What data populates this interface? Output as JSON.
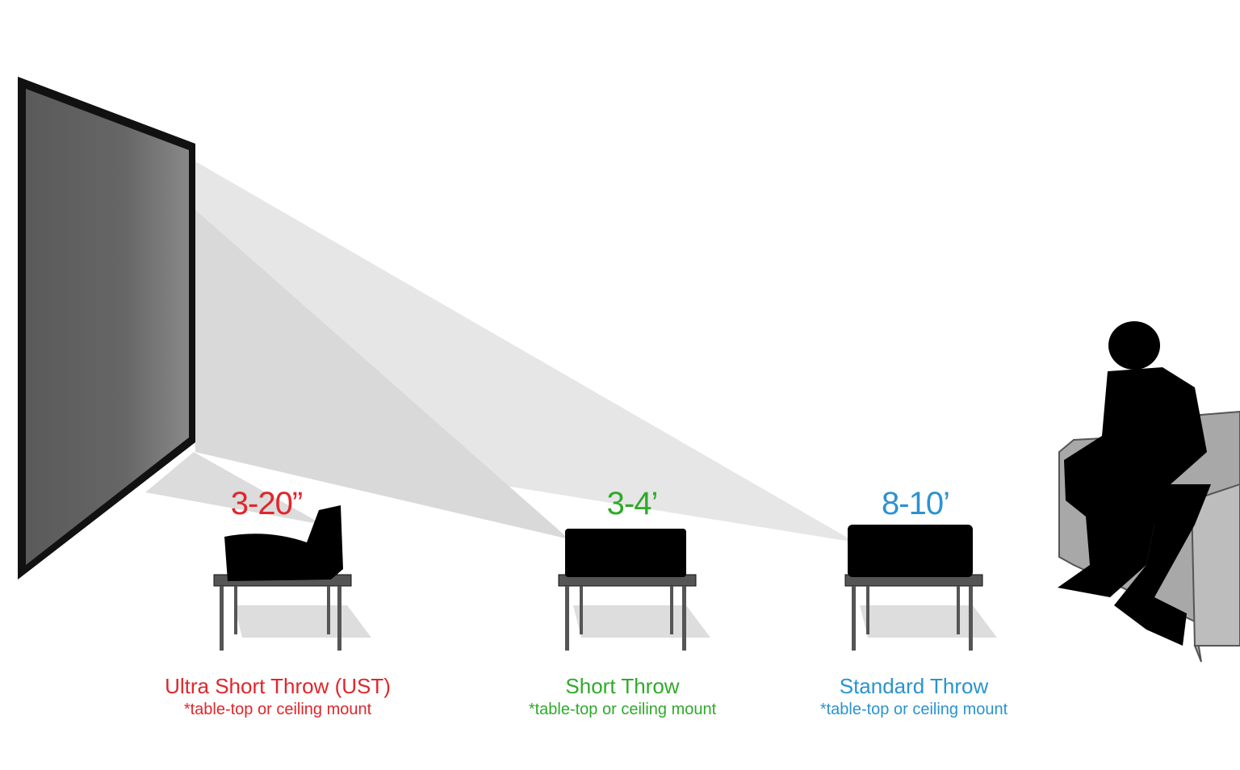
{
  "colors": {
    "ust": "#e0262b",
    "short": "#2faa2a",
    "standard": "#2a93d0"
  },
  "throws": [
    {
      "distance": "3-20”",
      "name": "Ultra Short Throw (UST)",
      "note": "*table-top or ceiling mount"
    },
    {
      "distance": "3-4’",
      "name": "Short Throw",
      "note": "*table-top or ceiling mount"
    },
    {
      "distance": "8-10’",
      "name": "Standard Throw",
      "note": "*table-top or ceiling mount"
    }
  ]
}
